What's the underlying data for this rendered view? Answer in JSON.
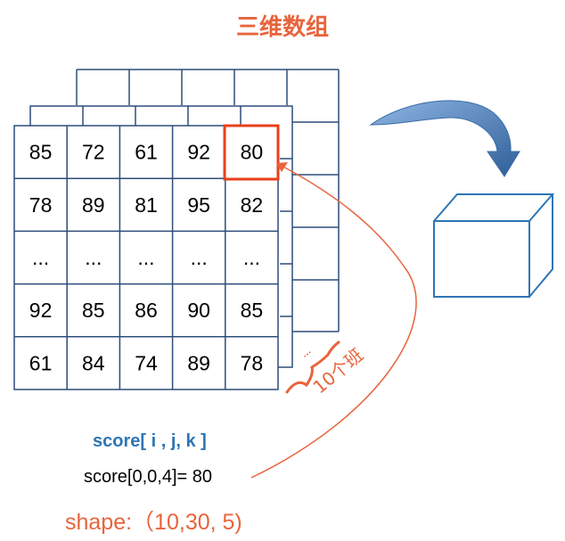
{
  "title": "三维数组",
  "grid": {
    "rows": [
      [
        "85",
        "72",
        "61",
        "92",
        "80"
      ],
      [
        "78",
        "89",
        "81",
        "95",
        "82"
      ],
      [
        "...",
        "...",
        "...",
        "...",
        "..."
      ],
      [
        "92",
        "85",
        "86",
        "90",
        "85"
      ],
      [
        "61",
        "84",
        "74",
        "89",
        "78"
      ]
    ],
    "highlight": {
      "row": 0,
      "col": 4
    }
  },
  "stack_ellipsis": "...",
  "stack_count_label": "10个班",
  "caption_formula": "score[ i , j, k ]",
  "caption_example": "score[0,0,4]= 80",
  "caption_shape": "shape:（10,30, 5)",
  "colors": {
    "accent": "#e8643c",
    "grid_line": "#2e4d7b",
    "highlight": "#e8401c",
    "formula": "#2e75b6",
    "arrow_blue": "#4f81bd"
  }
}
